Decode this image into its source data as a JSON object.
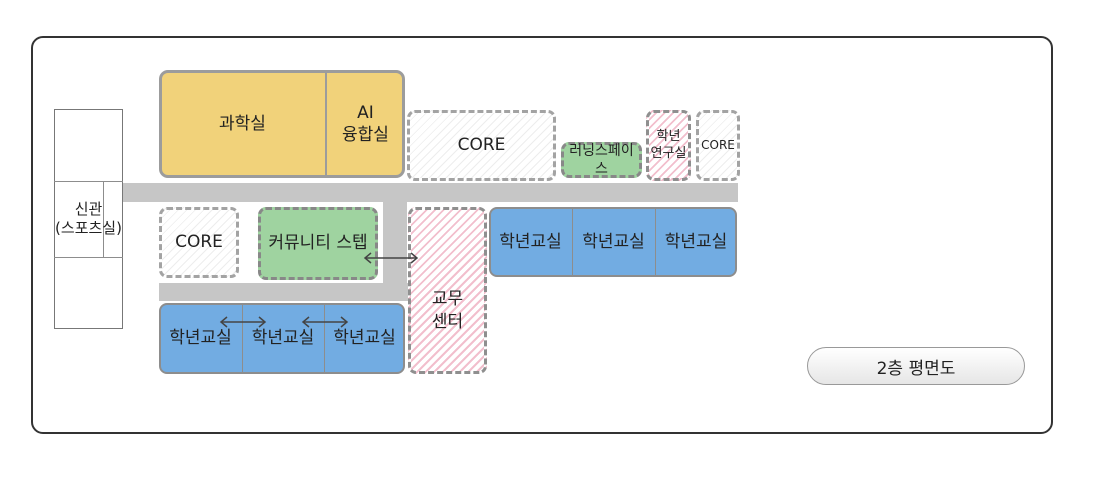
{
  "title": "2층 평면도",
  "rooms": {
    "science_lab": "과학실",
    "ai_lab": "AI\n융합실",
    "core_top": "CORE",
    "learning_space": "러닝스페이스",
    "grade_office": "학년\n연구실",
    "core_small": "CORE",
    "annex": "신관\n(스포츠실)",
    "core_mid": "CORE",
    "community_step": "커뮤니티 스텝",
    "teachers_center": "교무\n센터",
    "classroom_r1": "학년교실",
    "classroom_r2": "학년교실",
    "classroom_r3": "학년교실",
    "classroom_b1": "학년교실",
    "classroom_b2": "학년교실",
    "classroom_b3": "학년교실"
  },
  "colors": {
    "special_room": "#f1d27a",
    "classroom": "#72ace2",
    "community": "#9fd3a0",
    "office_hatch": "#f2bfcd",
    "corridor": "#c6c6c6"
  },
  "icons": [
    "double-arrow-icon"
  ]
}
